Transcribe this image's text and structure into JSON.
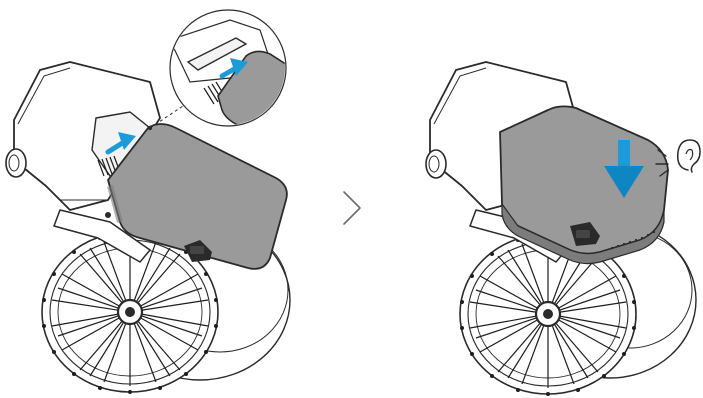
{
  "steps": [
    {
      "name": "insert-battery",
      "action": "slide-in",
      "indicator": "arrow-up-right"
    },
    {
      "name": "press-down",
      "action": "press-down",
      "indicator": "arrow-down",
      "feedback": "click-sound"
    }
  ],
  "colors": {
    "line": "#2a2a2a",
    "battery": "#9a9a9a",
    "battery_shade": "#7c7c7c",
    "body": "#ffffff",
    "arrow": "#1d9bd8",
    "arrow_dark": "#0e86c4"
  },
  "icons": {
    "separator": "chevron-right-icon",
    "insert_arrow": "arrow-up-right-icon",
    "press_arrow": "arrow-down-icon",
    "sound": "ear-icon"
  }
}
